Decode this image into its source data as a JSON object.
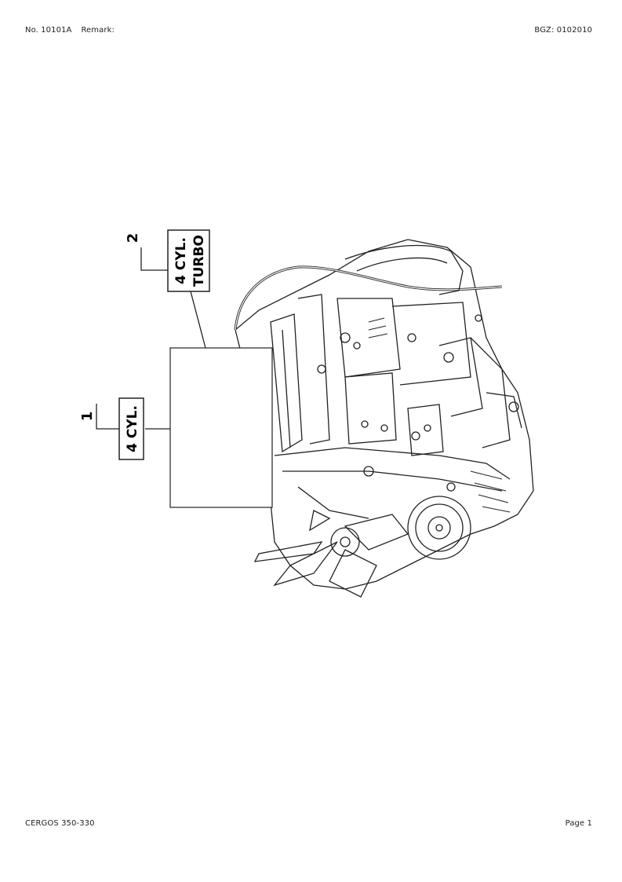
{
  "header": {
    "doc_no": "No. 10101A",
    "remark_label": "Remark:",
    "bgz": "BGZ: 0102010"
  },
  "footer": {
    "model": "CERGOS 350-330",
    "page": "Page 1"
  },
  "callouts": [
    {
      "number": "1",
      "text_line1": "4 CYL.",
      "text_line2": ""
    },
    {
      "number": "2",
      "text_line1": "4 CYL.",
      "text_line2": "TURBO"
    }
  ]
}
